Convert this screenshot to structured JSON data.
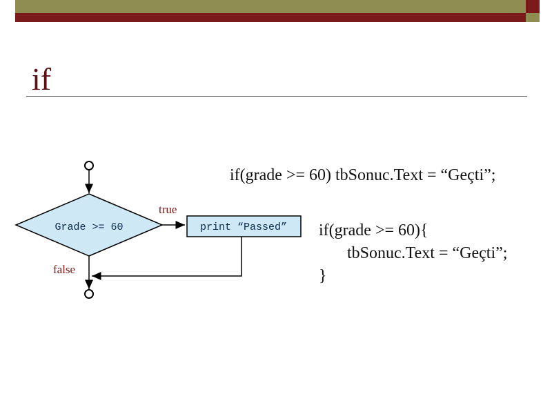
{
  "slide": {
    "title": "if",
    "colors": {
      "olive": "#8f8d52",
      "maroon": "#7b1a1a",
      "title": "#5a0f12",
      "shape_fill": "#cfe8f5",
      "label": "#7b1a1a"
    }
  },
  "flowchart": {
    "decision_text": "Grade >= 60",
    "action_text": "print “Passed”",
    "true_label": "true",
    "false_label": "false"
  },
  "code": {
    "single_line": "if(grade >= 60) tbSonuc.Text = “Geçti”;",
    "block_open": "if(grade >= 60){",
    "block_body": "tbSonuc.Text = “Geçti”;",
    "block_close": "}"
  }
}
